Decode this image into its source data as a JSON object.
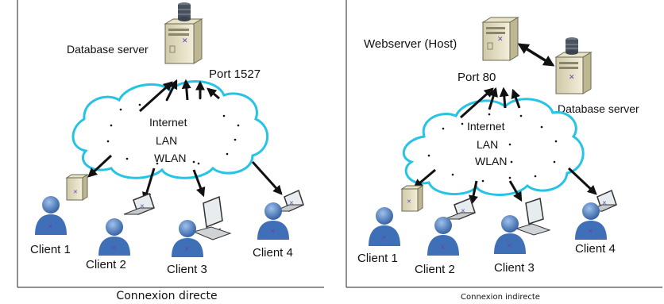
{
  "left": {
    "server_label": "Database server",
    "port_label": "Port 1527",
    "network_lines": [
      "Internet",
      "LAN",
      "WLAN"
    ],
    "clients": [
      "Client 1",
      "Client 2",
      "Client 3",
      "Client 4"
    ],
    "caption": "Connexion directe"
  },
  "right": {
    "host_label": "Webserver (Host)",
    "port_label": "Port 80",
    "db_label": "Database server",
    "network_lines": [
      "Internet",
      "LAN",
      "WLAN"
    ],
    "clients": [
      "Client 1",
      "Client 2",
      "Client 3",
      "Client 4"
    ],
    "caption": "Connexion indirecte"
  },
  "colors": {
    "cloud": "#25c3e6",
    "person": "#3f6fb6",
    "arrow": "#111111"
  }
}
